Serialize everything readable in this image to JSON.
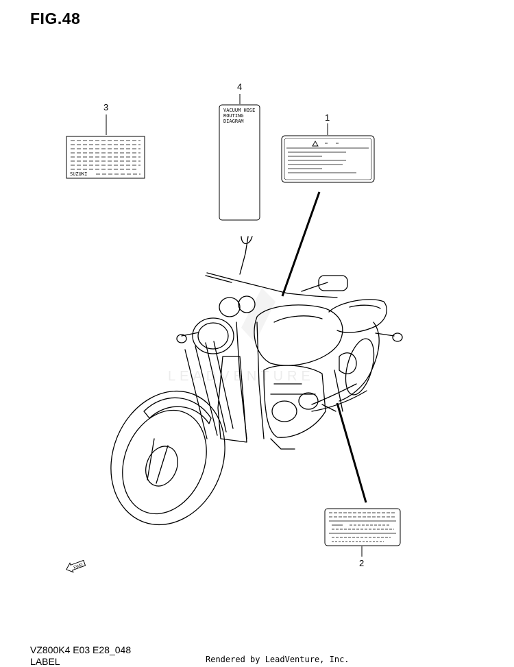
{
  "figure": {
    "title": "FIG.48"
  },
  "callouts": [
    "1",
    "2",
    "3",
    "4"
  ],
  "label_text": {
    "label_3_brand": "SUZUKI",
    "label_4_line1": "VACUUM HOSE",
    "label_4_line2": "ROUTING",
    "label_4_line3": "DIAGRAM"
  },
  "watermark": "LEADVENTURE",
  "fwd_arrow": "FWD",
  "footer": {
    "model_code": "VZ800K4 E03 E28_048",
    "section": "LABEL",
    "credit": "Rendered by LeadVenture, Inc."
  },
  "icons": [
    "warning-triangle-icon",
    "fwd-arrow-icon"
  ]
}
